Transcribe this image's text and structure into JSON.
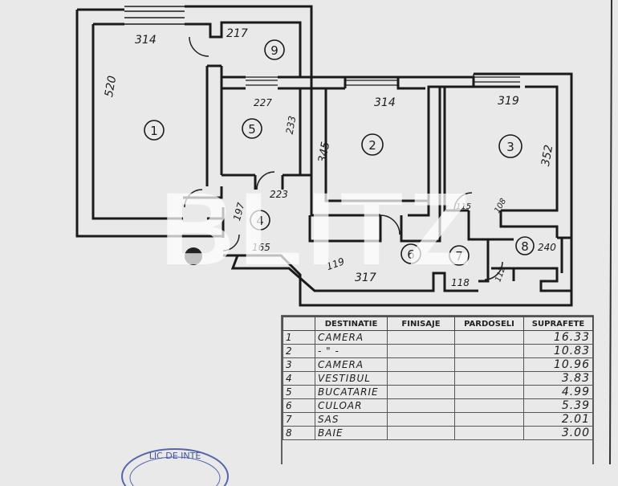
{
  "plan": {
    "rooms": [
      {
        "num": "1",
        "width": "314",
        "depth": "520"
      },
      {
        "num": "2",
        "width": "314",
        "depth": "345"
      },
      {
        "num": "3",
        "width": "319",
        "depth": "352"
      },
      {
        "num": "4",
        "width": "197",
        "depth": "223",
        "extra": "165"
      },
      {
        "num": "5",
        "width": "227",
        "depth": "233"
      },
      {
        "num": "6",
        "width": "317",
        "depth": "119"
      },
      {
        "num": "7",
        "width": "118",
        "depth": "112"
      },
      {
        "num": "8",
        "width": "240",
        "depth": "108"
      },
      {
        "num": "9",
        "width": "217"
      }
    ],
    "extra_labels": {
      "small_2": "115"
    }
  },
  "watermark": "BLITZ",
  "stamp_text": "LIC DE INTE",
  "table": {
    "headers": [
      "",
      "DESTINATIE",
      "FINISAJE",
      "PARDOSELI",
      "SUPRAFETE"
    ],
    "rows": [
      {
        "idx": "1",
        "dest": "CAMERA",
        "area": "16.33"
      },
      {
        "idx": "2",
        "dest": "- \" -",
        "area": "10.83"
      },
      {
        "idx": "3",
        "dest": "CAMERA",
        "area": "10.96"
      },
      {
        "idx": "4",
        "dest": "VESTIBUL",
        "area": "3.83"
      },
      {
        "idx": "5",
        "dest": "BUCATARIE",
        "area": "4.99"
      },
      {
        "idx": "6",
        "dest": "CULOAR",
        "area": "5.39"
      },
      {
        "idx": "7",
        "dest": "SAS",
        "area": "2.01"
      },
      {
        "idx": "8",
        "dest": "BAIE",
        "area": "3.00"
      }
    ]
  }
}
